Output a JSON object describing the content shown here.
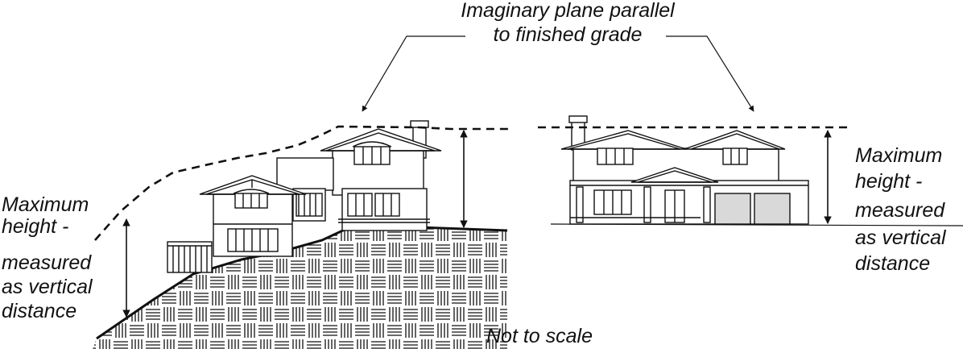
{
  "callout_top": {
    "line1": "Imaginary plane parallel",
    "line2": "to finished grade"
  },
  "left_label": {
    "line1": "Maximum",
    "line2": "height -",
    "line3": "measured",
    "line4": "as vertical",
    "line5": "distance"
  },
  "right_label": {
    "line1": "Maximum",
    "line2": "height -",
    "line3": "measured",
    "line4": "as vertical",
    "line5": "distance"
  },
  "footer_note": "Not to scale",
  "colors": {
    "ink": "#111111",
    "garage_door": "#d9d9d9",
    "background": "#ffffff"
  }
}
